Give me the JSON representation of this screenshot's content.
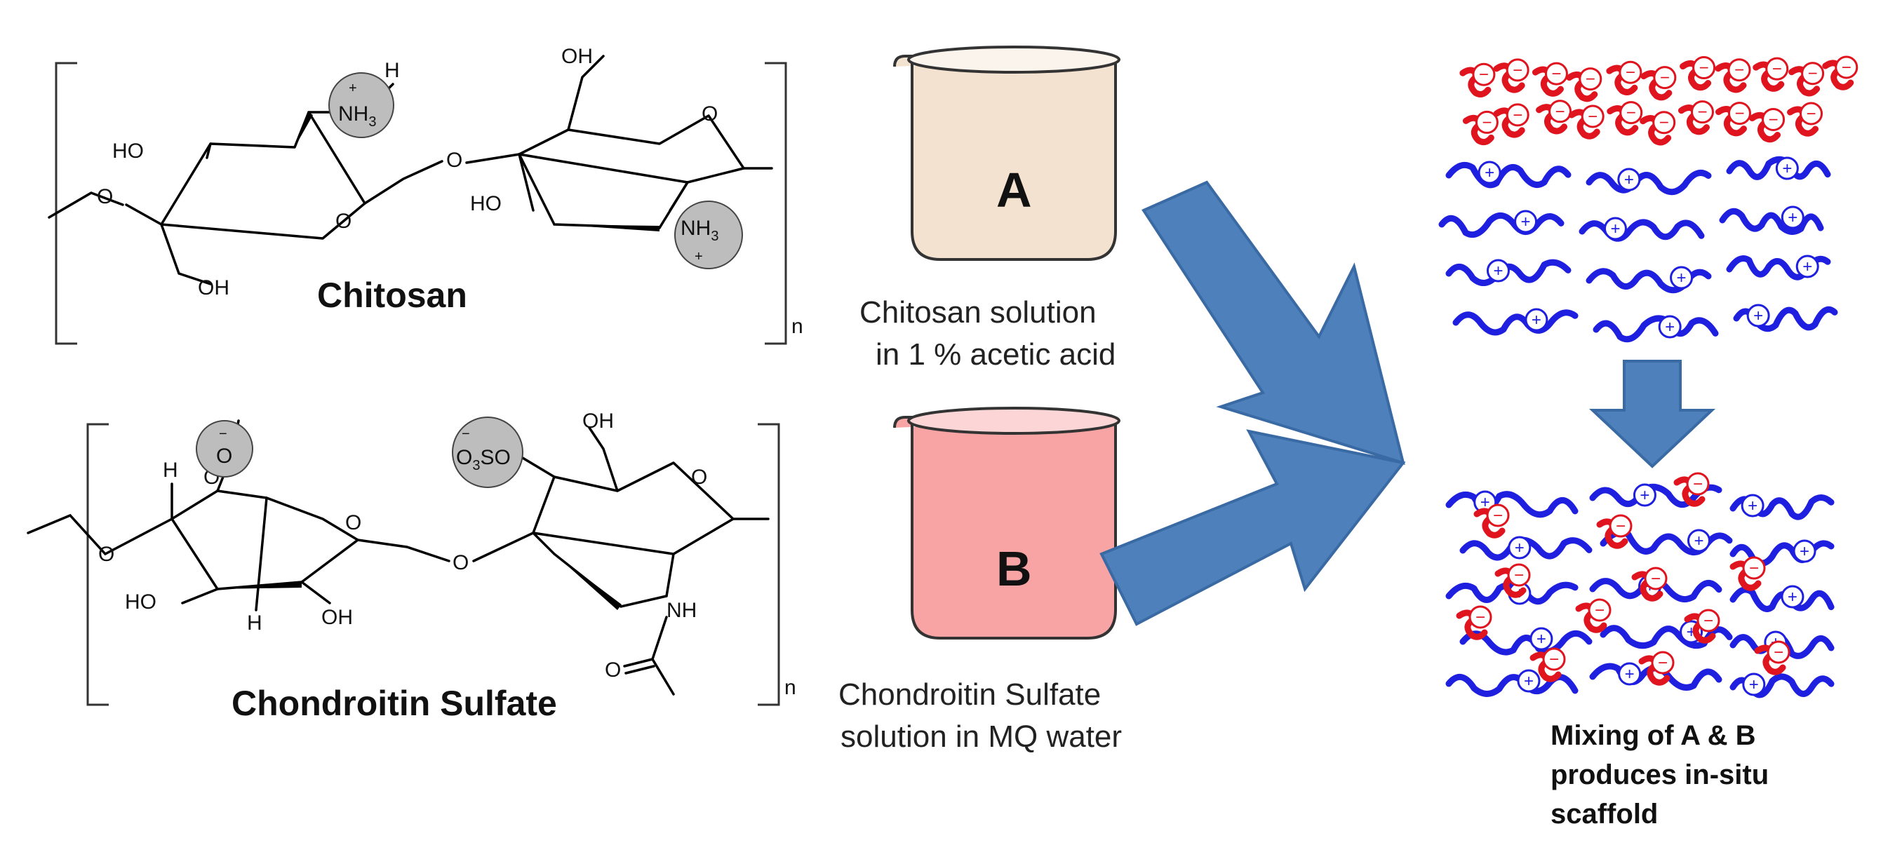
{
  "molecules": {
    "chitosan": {
      "name": "Chitosan",
      "repeat_subscript": "n",
      "atoms": {
        "ho1": "HO",
        "oh1": "OH",
        "oh2": "OH",
        "ho2": "HO",
        "nh3_top": "NH",
        "nh3_right": "NH",
        "h": "H",
        "o_ring1": "O",
        "o_ring2": "O",
        "o_link": "O",
        "o_left": "O",
        "sub3": "3"
      }
    },
    "chondroitin": {
      "name": "Chondroitin Sulfate",
      "repeat_subscript": "n",
      "atoms": {
        "h_top": "H",
        "h_bot": "H",
        "ho": "HO",
        "oh_bot": "OH",
        "oh_top": "OH",
        "o_link": "O",
        "o_ring1": "O",
        "o_ring2": "O",
        "o_left": "O",
        "o_carbonyl": "O",
        "o_carboxylate": "O",
        "nh": "NH",
        "o_acetyl": "O",
        "so3": "O",
        "so3_sub": "3",
        "so3_tail": "SO"
      }
    }
  },
  "beakers": [
    {
      "letter": "A",
      "caption_lines": [
        "Chitosan solution",
        "in 1 % acetic acid"
      ],
      "fill": "#f3e2cf"
    },
    {
      "letter": "B",
      "caption_lines": [
        "Chondroitin Sulfate",
        "solution in MQ water"
      ],
      "fill": "#f8a4a4"
    }
  ],
  "charges": {
    "plus": "+",
    "minus": "−"
  },
  "colors": {
    "arrow": "#4e80bc",
    "chain_positive": "#1f1fe0",
    "chain_negative": "#e0141e"
  },
  "result_lines": [
    "Mixing of A & B",
    "produces in-situ",
    "scaffold"
  ]
}
